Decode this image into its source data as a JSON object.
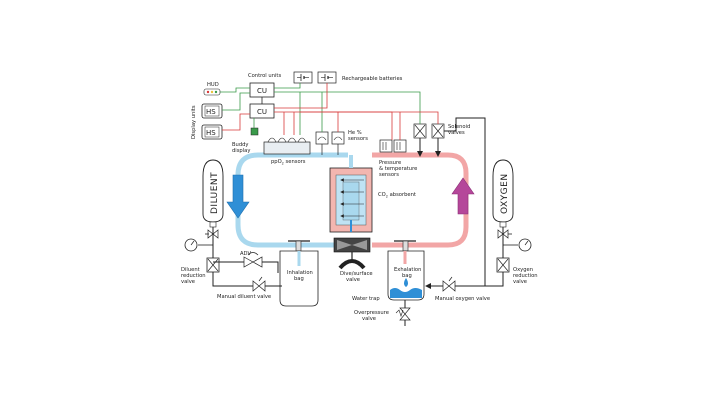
{
  "labels": {
    "hud": "HUD",
    "control_units": "Control units",
    "cu": "CU",
    "rechargeable_batteries": "Rechargeable batteries",
    "hs": "HS",
    "display_units": "Display units",
    "buddy_display": [
      "Buddy",
      "display"
    ],
    "ppo2_sensors": "ppO",
    "ppo2_sub": "2",
    "ppo2_suffix": " sensors",
    "he_sensors": [
      "He %",
      "sensors"
    ],
    "solenoid_valves": [
      "Solenoid",
      "valves"
    ],
    "pressure_sensors": [
      "Pressure",
      "& temperature",
      "sensors"
    ],
    "co2_absorbent": "CO",
    "co2_sub": "2",
    "co2_suffix": " absorbent",
    "diluent": "DILUENT",
    "oxygen": "OXYGEN",
    "adv": "ADV",
    "inhalation_bag": [
      "Inhalation",
      "bag"
    ],
    "exhalation_bag": [
      "Exhalation",
      "bag"
    ],
    "dive_surface_valve": "Dive/surface",
    "dive_surface_valve_2": "valve",
    "diluent_reduction_valve": [
      "Diluent",
      "reduction",
      "valve"
    ],
    "oxygen_reduction_valve": [
      "Oxygen",
      "reduction",
      "valve"
    ],
    "manual_diluent_valve": "Manual diluent valve",
    "manual_oxygen_valve": "Manual oxygen valve",
    "water_trap": "Water trap",
    "overpressure_valve": [
      "Overpressure",
      "valve"
    ]
  },
  "colors": {
    "inhale_loop": "#a9d8ee",
    "exhale_loop": "#f2a6a6",
    "inhale_arrow": "#2f8fd6",
    "exhale_arrow": "#b5479a",
    "signal_red": "#d83a3a",
    "signal_green": "#3a9a4a",
    "line": "#222222",
    "scrubber": "#f3b6b0"
  }
}
